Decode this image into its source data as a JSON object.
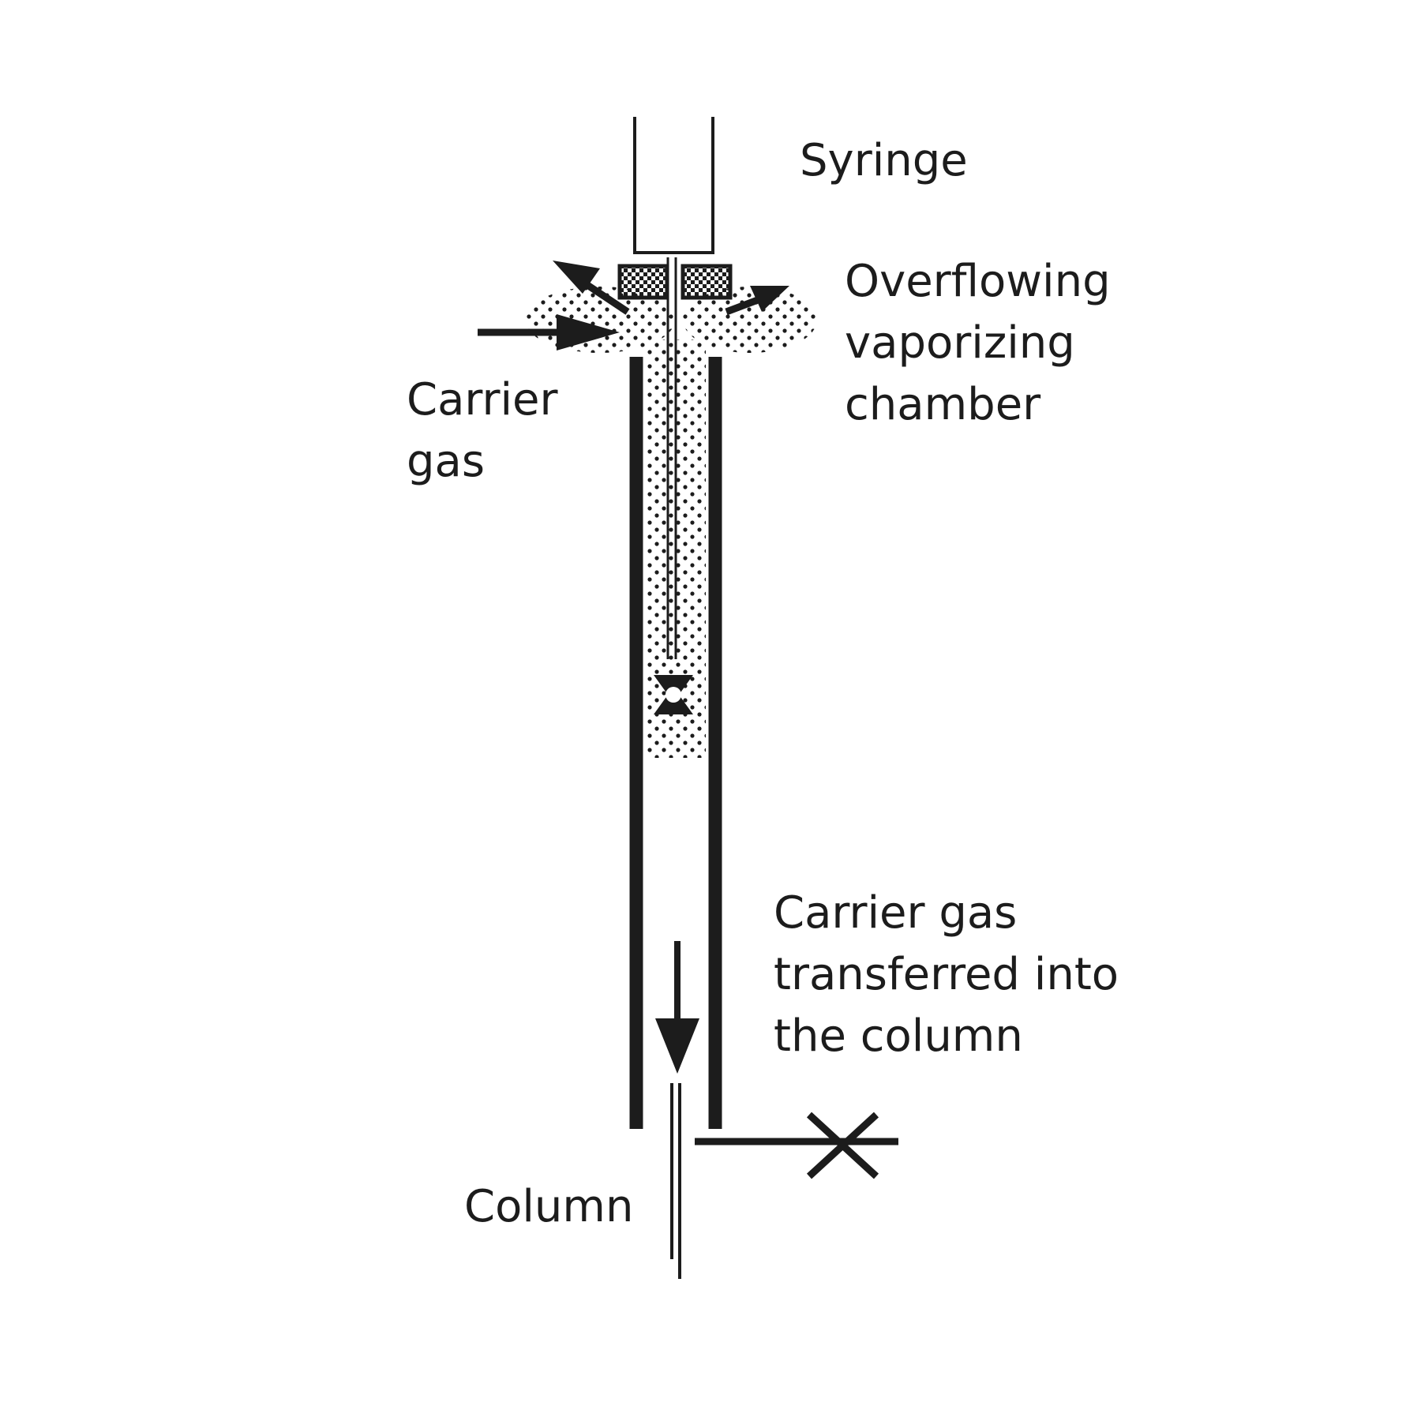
{
  "labels": {
    "syringe": "Syringe",
    "chamber": [
      "Overflowing",
      "vaporizing",
      "chamber"
    ],
    "carrier_gas": [
      "Carrier",
      "gas"
    ],
    "transferred": [
      "Carrier gas",
      "transferred into",
      "the column"
    ],
    "column": "Column"
  },
  "colors": {
    "ink": "#1c1c1c",
    "background": "#ffffff"
  }
}
